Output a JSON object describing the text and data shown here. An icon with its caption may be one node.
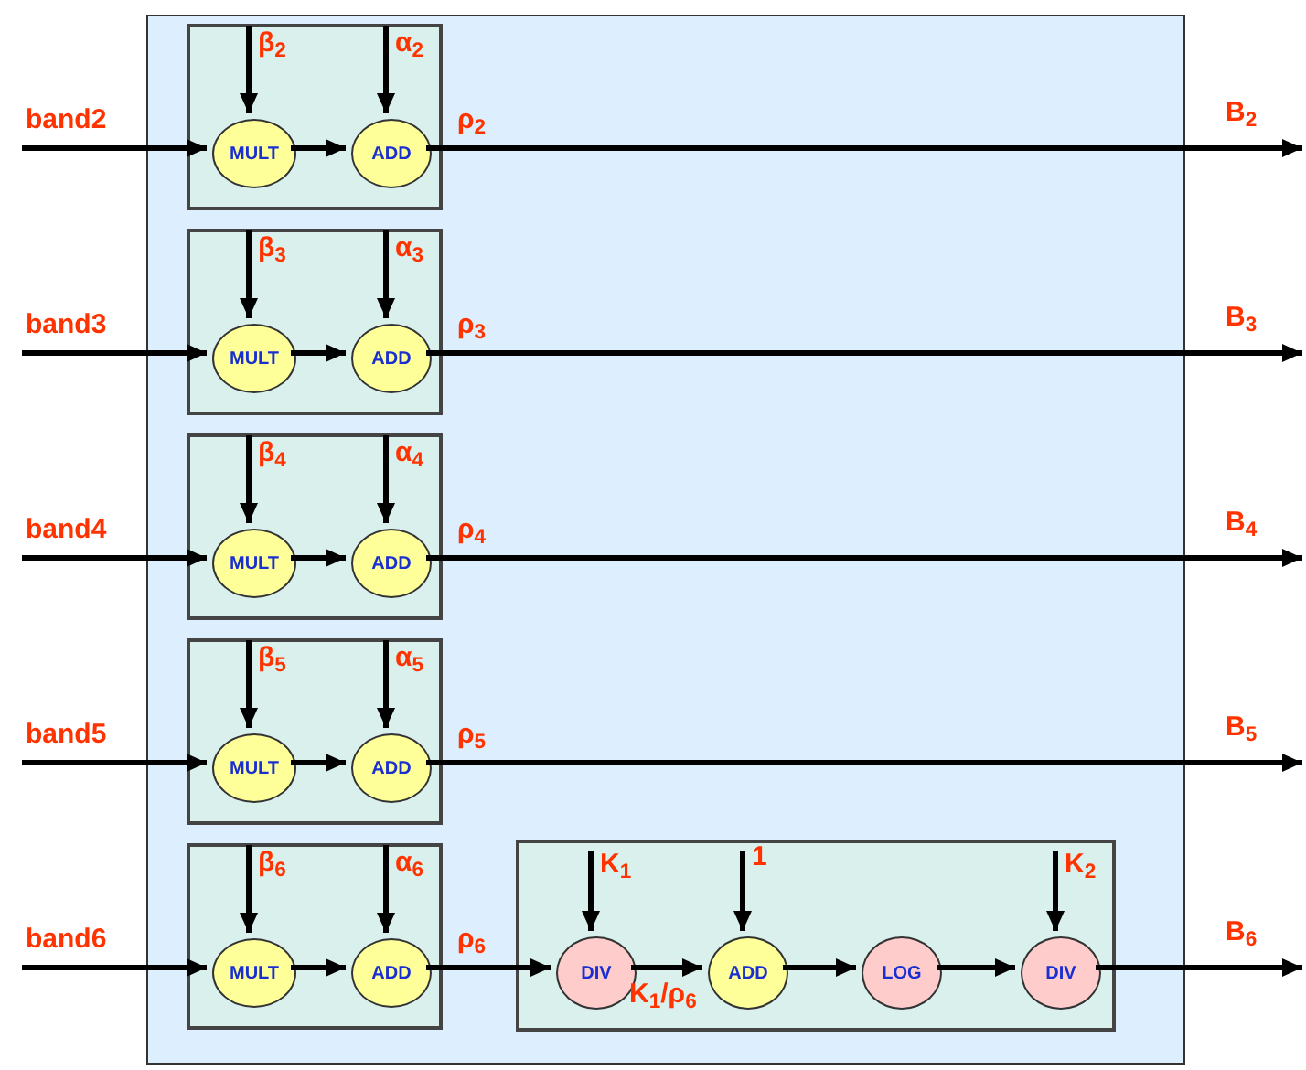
{
  "diagram": {
    "nodes": [
      {
        "text": [],
        "shape": "box"
      },
      {
        "text": [],
        "shape": "box",
        "in": 0
      },
      {
        "text": [
          "MULT"
        ],
        "in": 1
      },
      {
        "text": [
          "ADD"
        ],
        "in": 1
      },
      {
        "text": [],
        "shape": "box",
        "in": 0
      },
      {
        "text": [
          "MULT"
        ],
        "in": 4
      },
      {
        "text": [
          "ADD"
        ],
        "in": 4
      },
      {
        "text": [],
        "shape": "box",
        "in": 0
      },
      {
        "text": [
          "MULT"
        ],
        "in": 7
      },
      {
        "text": [
          "ADD"
        ],
        "in": 7
      },
      {
        "text": [],
        "shape": "box",
        "in": 0
      },
      {
        "text": [
          "MULT"
        ],
        "in": 10
      },
      {
        "text": [
          "ADD"
        ],
        "in": 10
      },
      {
        "text": [],
        "shape": "box",
        "in": 0
      },
      {
        "text": [
          "MULT"
        ],
        "in": 13
      },
      {
        "text": [
          "ADD"
        ],
        "in": 13
      },
      {
        "text": [],
        "shape": "box",
        "in": 0
      },
      {
        "text": [
          "DIV"
        ],
        "in": 16
      },
      {
        "text": [
          "ADD"
        ],
        "in": 16
      },
      {
        "text": [
          "LOG"
        ],
        "in": 16
      },
      {
        "text": [
          "DIV"
        ],
        "in": 16
      }
    ],
    "edges": [
      {
        "from": null,
        "to": 2,
        "arrow": "to",
        "label": "band2"
      },
      {
        "from": null,
        "to": 2,
        "arrow": "to",
        "label": "β$_{2}$"
      },
      {
        "from": null,
        "to": 3,
        "arrow": "to",
        "label": "α$_{2}$"
      },
      {
        "from": 2,
        "to": 3,
        "arrow": "to"
      },
      {
        "from": 3,
        "to": null,
        "arrow": "to",
        "label": "ρ$_{2}$"
      },
      {
        "from": null,
        "to": 5,
        "arrow": "to",
        "label": "band3"
      },
      {
        "from": null,
        "to": 5,
        "arrow": "to",
        "label": "β$_{3}$"
      },
      {
        "from": null,
        "to": 6,
        "arrow": "to",
        "label": "α$_{3}$"
      },
      {
        "from": 5,
        "to": 6,
        "arrow": "to"
      },
      {
        "from": 6,
        "to": null,
        "arrow": "to",
        "label": "ρ$_{3}$"
      },
      {
        "from": null,
        "to": 8,
        "arrow": "to",
        "label": "band4"
      },
      {
        "from": null,
        "to": 8,
        "arrow": "to",
        "label": "β$_{4}$"
      },
      {
        "from": null,
        "to": 9,
        "arrow": "to",
        "label": "α$_{4}$"
      },
      {
        "from": 8,
        "to": 9,
        "arrow": "to"
      },
      {
        "from": 9,
        "to": null,
        "arrow": "to",
        "label": "ρ$_{4}$"
      },
      {
        "from": null,
        "to": 11,
        "arrow": "to",
        "label": "band5"
      },
      {
        "from": null,
        "to": 11,
        "arrow": "to",
        "label": "β$_{5}$"
      },
      {
        "from": null,
        "to": 12,
        "arrow": "to",
        "label": "α$_{5}$"
      },
      {
        "from": 11,
        "to": 12,
        "arrow": "to"
      },
      {
        "from": 12,
        "to": null,
        "arrow": "to",
        "label": "ρ$_{5}$"
      },
      {
        "from": null,
        "to": 14,
        "arrow": "to",
        "label": "band6"
      },
      {
        "from": null,
        "to": 14,
        "arrow": "to",
        "label": "β$_{6}$"
      },
      {
        "from": null,
        "to": 15,
        "arrow": "to",
        "label": "α$_{6}$"
      },
      {
        "from": 14,
        "to": 15,
        "arrow": "to"
      },
      {
        "from": 15,
        "to": 17,
        "arrow": "to",
        "label": "ρ$_{6}$"
      },
      {
        "from": null,
        "to": 17,
        "arrow": "to",
        "label": "K$_{1}$"
      },
      {
        "from": 17,
        "to": 18,
        "arrow": "to",
        "label": "K$_{1}$/ρ$_{6}$"
      },
      {
        "from": null,
        "to": 18,
        "arrow": "to",
        "label": "1"
      },
      {
        "from": 18,
        "to": 19,
        "arrow": "to"
      },
      {
        "from": 19,
        "to": 20,
        "arrow": "to"
      },
      {
        "from": null,
        "to": 20,
        "arrow": "to",
        "label": "K$_{2}$"
      },
      {
        "from": 20,
        "to": null,
        "arrow": "to"
      }
    ],
    "labels": [
      "B$_{2}$",
      "B$_{3}$",
      "B$_{4}$",
      "B$_{5}$",
      "B$_{6}$"
    ]
  }
}
